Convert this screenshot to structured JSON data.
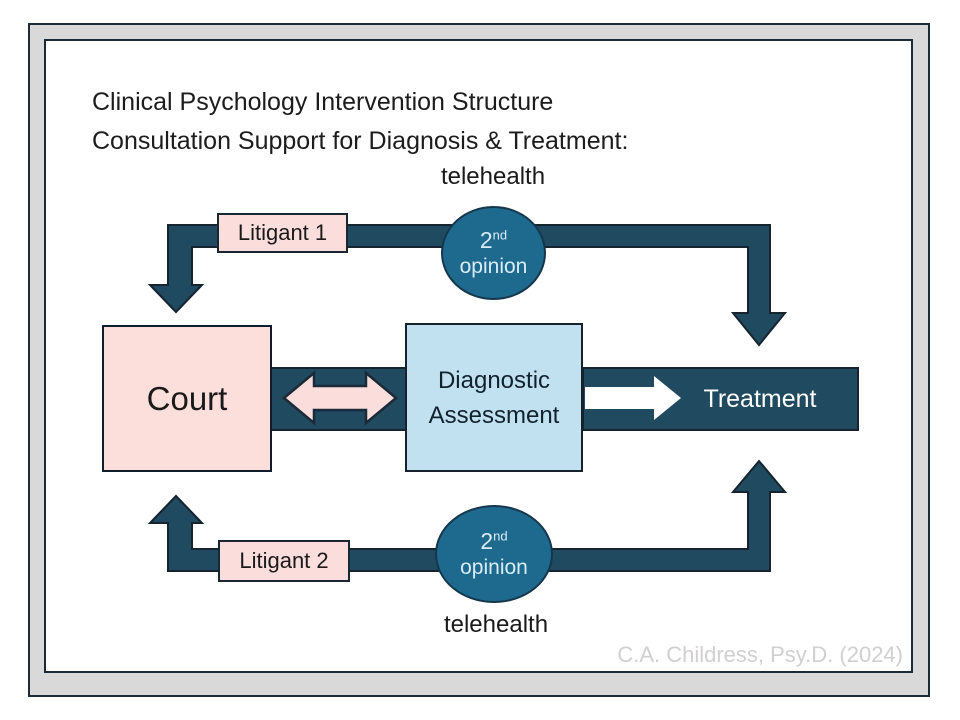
{
  "title": {
    "line1": "Clinical Psychology Intervention Structure",
    "line2": "Consultation Support for Diagnosis & Treatment:"
  },
  "top_path": {
    "telehealth": "telehealth",
    "litigant": "Litigant 1",
    "second_opinion": {
      "number": "2",
      "suffix": "nd",
      "word": "opinion"
    }
  },
  "bottom_path": {
    "telehealth": "telehealth",
    "litigant": "Litigant 2",
    "second_opinion": {
      "number": "2",
      "suffix": "nd",
      "word": "opinion"
    }
  },
  "boxes": {
    "court": "Court",
    "diagnostic": {
      "line1": "Diagnostic",
      "line2": "Assessment"
    },
    "treatment": "Treatment"
  },
  "credit": "C.A. Childress, Psy.D. (2024)",
  "colors": {
    "dark_teal": "#1f4a5f",
    "ellipse_fill": "#1e6a8e",
    "pink": "#fbdedc",
    "light_blue": "#c2e1f0",
    "frame_gray": "#d9d9d9",
    "border_dark": "#1c2b36",
    "white": "#ffffff",
    "credit_gray": "#d1cfcf"
  }
}
